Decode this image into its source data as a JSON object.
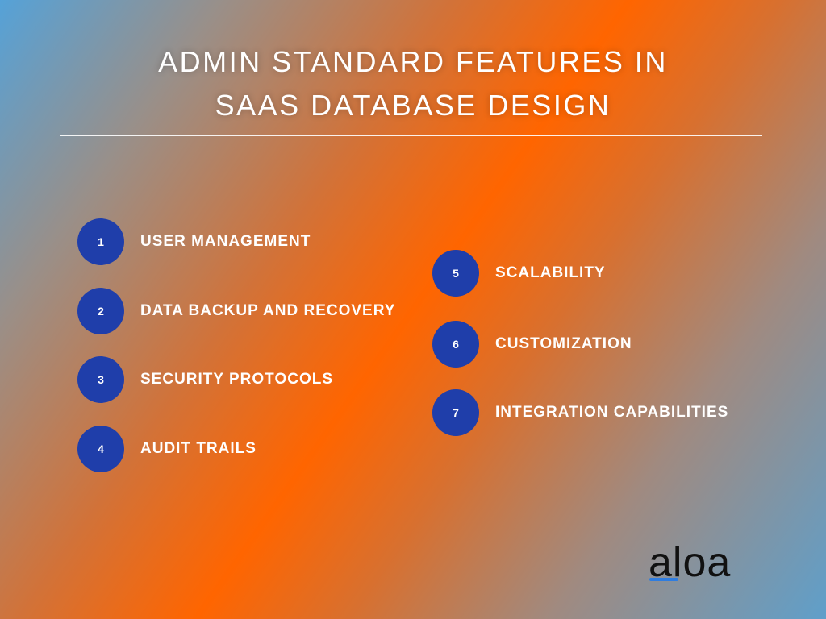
{
  "title": {
    "line1": "ADMIN STANDARD FEATURES IN",
    "line2": "SAAS DATABASE DESIGN"
  },
  "features": [
    {
      "number": "1",
      "label": "USER MANAGEMENT"
    },
    {
      "number": "2",
      "label": "DATA BACKUP AND RECOVERY"
    },
    {
      "number": "3",
      "label": "SECURITY PROTOCOLS"
    },
    {
      "number": "4",
      "label": "AUDIT TRAILS"
    },
    {
      "number": "5",
      "label": "SCALABILITY"
    },
    {
      "number": "6",
      "label": "CUSTOMIZATION"
    },
    {
      "number": "7",
      "label": "INTEGRATION CAPABILITIES"
    }
  ],
  "logo": "aloa",
  "colors": {
    "circle": "#1f3eaa",
    "accent": "#ff6500",
    "logo_bar": "#2f7de0"
  }
}
